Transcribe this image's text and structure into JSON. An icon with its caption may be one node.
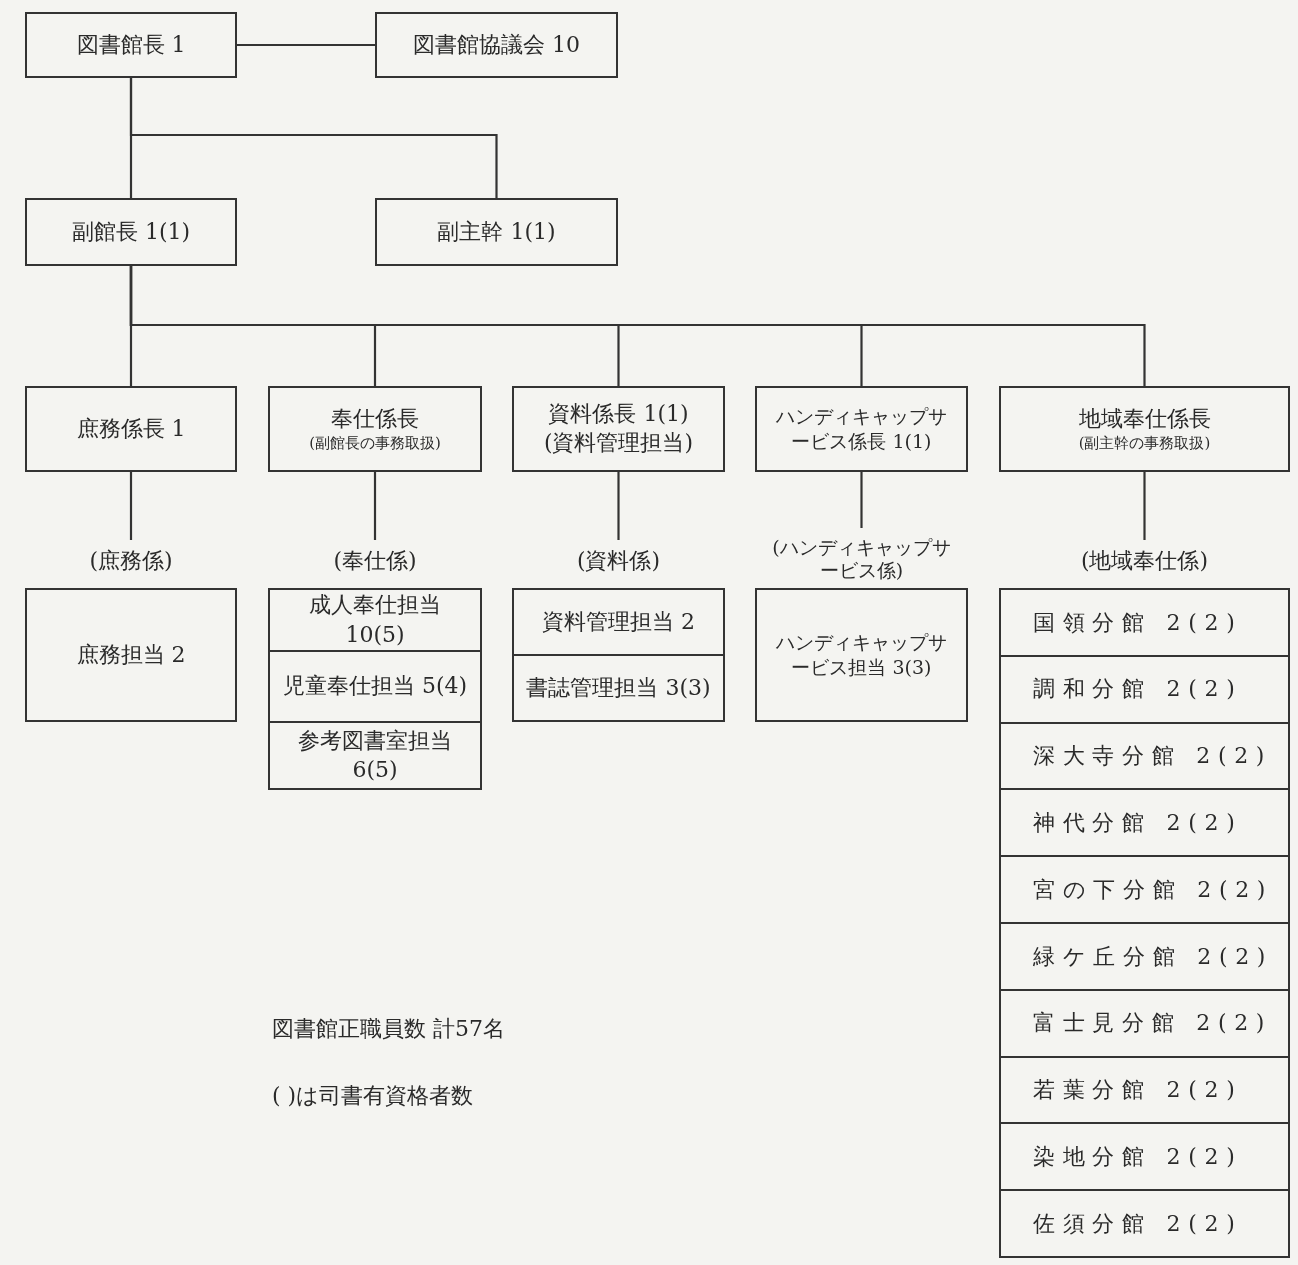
{
  "diagram": {
    "nodes": [
      {
        "text": [
          "図書館長 1"
        ]
      },
      {
        "text": [
          "図書館協議会 10"
        ]
      },
      {
        "text": [
          "副館長 1(1)"
        ]
      },
      {
        "text": [
          "副主幹 1(1)"
        ]
      },
      {
        "text": [
          "庶務係長 1"
        ]
      },
      {
        "text": [
          "奉仕係長",
          "(副館長の事務取扱)"
        ]
      },
      {
        "text": [
          "資料係長 1(1)",
          "(資料管理担当)"
        ]
      },
      {
        "text": [
          "ハンディキャップサービス係長 1(1)"
        ]
      },
      {
        "text": [
          "地域奉仕係長",
          "(副主幹の事務取扱)"
        ]
      },
      {
        "text": [
          "(庶務係)",
          "庶務担当 2"
        ]
      },
      {
        "text": [
          "(奉仕係)"
        ]
      },
      {
        "text": [
          "成人奉仕担当 10(5)"
        ],
        "in": 10
      },
      {
        "text": [
          "児童奉仕担当 5(4)"
        ],
        "in": 10
      },
      {
        "text": [
          "参考図書室担当 6(5)"
        ],
        "in": 10
      },
      {
        "text": [
          "(資料係)"
        ]
      },
      {
        "text": [
          "資料管理担当 2"
        ],
        "in": 14
      },
      {
        "text": [
          "書誌管理担当 3(3)"
        ],
        "in": 14
      },
      {
        "text": [
          "(ハンディキャップサービス係)",
          "ハンディキャップサービス担当 3(3)"
        ]
      },
      {
        "text": [
          "(地域奉仕係)"
        ]
      },
      {
        "text": [
          "国領分館 2(2)"
        ],
        "in": 18
      },
      {
        "text": [
          "調和分館 2(2)"
        ],
        "in": 18
      },
      {
        "text": [
          "深大寺分館 2(2)"
        ],
        "in": 18
      },
      {
        "text": [
          "神代分館 2(2)"
        ],
        "in": 18
      },
      {
        "text": [
          "宮の下分館 2(2)"
        ],
        "in": 18
      },
      {
        "text": [
          "緑ケ丘分館 2(2)"
        ],
        "in": 18
      },
      {
        "text": [
          "富士見分館 2(2)"
        ],
        "in": 18
      },
      {
        "text": [
          "若葉分館 2(2)"
        ],
        "in": 18
      },
      {
        "text": [
          "染地分館 2(2)"
        ],
        "in": 18
      },
      {
        "text": [
          "佐須分館 2(2)"
        ],
        "in": 18
      }
    ],
    "edges": [
      {
        "from": 0,
        "to": 1,
        "arrow": "none"
      },
      {
        "from": 0,
        "to": 2,
        "arrow": "none"
      },
      {
        "from": 0,
        "to": 3,
        "arrow": "none"
      },
      {
        "from": 2,
        "to": 4,
        "arrow": "none"
      },
      {
        "from": 2,
        "to": 5,
        "arrow": "none"
      },
      {
        "from": 2,
        "to": 6,
        "arrow": "none"
      },
      {
        "from": 2,
        "to": 7,
        "arrow": "none"
      },
      {
        "from": 2,
        "to": 8,
        "arrow": "none"
      },
      {
        "from": 4,
        "to": 9,
        "arrow": "none"
      },
      {
        "from": 5,
        "to": 10,
        "arrow": "none"
      },
      {
        "from": 6,
        "to": 14,
        "arrow": "none"
      },
      {
        "from": 7,
        "to": 17,
        "arrow": "none"
      },
      {
        "from": 8,
        "to": 18,
        "arrow": "none"
      }
    ],
    "labels": [
      "図書館正職員数 計57名",
      "( )は司書有資格者数"
    ]
  }
}
